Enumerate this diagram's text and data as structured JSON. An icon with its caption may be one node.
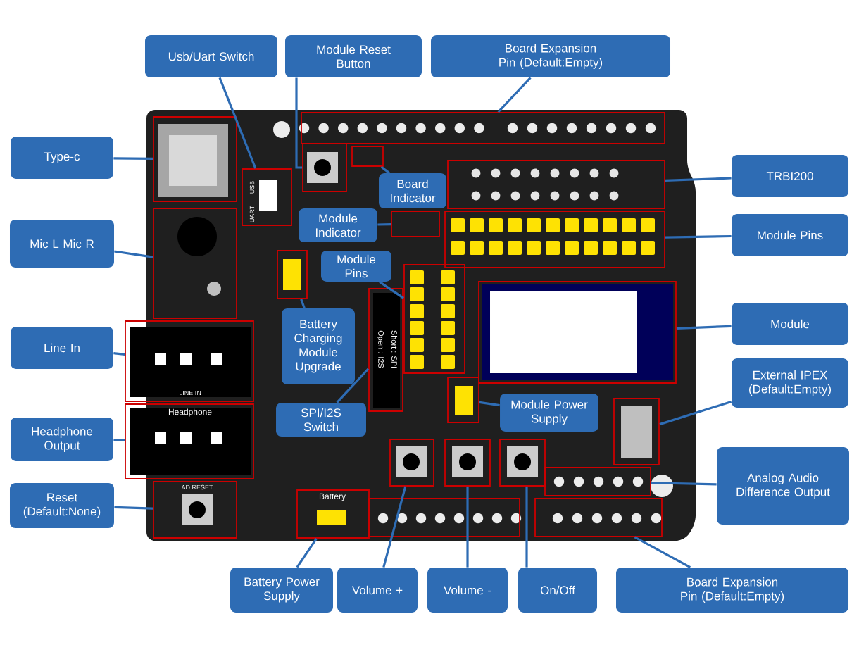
{
  "diagram": {
    "nodes": [
      {
        "text": [
          "Usb/Uart Switch"
        ]
      },
      {
        "text": [
          "Module Reset Button"
        ]
      },
      {
        "text": [
          "Board Expansion Pin (Default:Empty)"
        ]
      },
      {
        "text": [
          "Type-c"
        ]
      },
      {
        "text": [
          "TRBI200"
        ]
      },
      {
        "text": [
          "Board Indicator"
        ]
      },
      {
        "text": [
          "Module Indicator"
        ]
      },
      {
        "text": [
          "Module Pins"
        ]
      },
      {
        "text": [
          "Module Pins"
        ]
      },
      {
        "text": [
          "Mic L Mic R"
        ]
      },
      {
        "text": [
          "Battery Charging Module Upgrade"
        ]
      },
      {
        "text": [
          "Module"
        ]
      },
      {
        "text": [
          "Line In"
        ]
      },
      {
        "text": [
          "External IPEX (Default:Empty)"
        ]
      },
      {
        "text": [
          "SPI/I2S Switch"
        ]
      },
      {
        "text": [
          "Module Power Supply"
        ]
      },
      {
        "text": [
          "Headphone Output"
        ]
      },
      {
        "text": [
          "Reset (Default:None)"
        ]
      },
      {
        "text": [
          "Analog Audio Difference Output"
        ]
      },
      {
        "text": [
          "Battery Power Supply"
        ]
      },
      {
        "text": [
          "Volume +"
        ]
      },
      {
        "text": [
          "Volume -"
        ]
      },
      {
        "text": [
          "On/Off"
        ]
      },
      {
        "text": [
          "Board Expansion Pin (Default:Empty)"
        ]
      },
      {
        "text": [],
        "shape": "box"
      },
      {
        "text": [],
        "shape": "box"
      },
      {
        "text": [],
        "shape": "box"
      },
      {
        "text": [],
        "shape": "box"
      },
      {
        "text": [],
        "shape": "box"
      },
      {
        "text": [],
        "shape": "box"
      },
      {
        "text": [],
        "shape": "box"
      },
      {
        "text": [],
        "shape": "box"
      },
      {
        "text": [],
        "shape": "box"
      },
      {
        "text": [],
        "shape": "box"
      },
      {
        "text": [],
        "shape": "box"
      },
      {
        "text": [],
        "shape": "box"
      },
      {
        "text": [],
        "shape": "box"
      },
      {
        "text": [],
        "shape": "box"
      },
      {
        "text": [],
        "shape": "box"
      },
      {
        "text": [],
        "shape": "box"
      },
      {
        "text": [],
        "shape": "box"
      },
      {
        "text": [],
        "shape": "box"
      },
      {
        "text": [],
        "shape": "box"
      },
      {
        "text": [],
        "shape": "box"
      },
      {
        "text": [],
        "shape": "box"
      },
      {
        "text": [],
        "shape": "box"
      },
      {
        "text": [],
        "shape": "box"
      },
      {
        "text": [],
        "shape": "box"
      }
    ],
    "edges": [
      {
        "from": 0,
        "to": 24,
        "arrow": "none"
      },
      {
        "from": 1,
        "to": 25,
        "arrow": "none"
      },
      {
        "from": 2,
        "to": 26,
        "arrow": "none"
      },
      {
        "from": 3,
        "to": 27,
        "arrow": "none"
      },
      {
        "from": 4,
        "to": 28,
        "arrow": "none"
      },
      {
        "from": 5,
        "to": 29,
        "arrow": "none"
      },
      {
        "from": 6,
        "to": 30,
        "arrow": "none"
      },
      {
        "from": 7,
        "to": 31,
        "arrow": "none"
      },
      {
        "from": 8,
        "to": 32,
        "arrow": "none"
      },
      {
        "from": 9,
        "to": 33,
        "arrow": "none"
      },
      {
        "from": 10,
        "to": 34,
        "arrow": "none"
      },
      {
        "from": 11,
        "to": 35,
        "arrow": "none"
      },
      {
        "from": 12,
        "to": 36,
        "arrow": "none"
      },
      {
        "from": 13,
        "to": 37,
        "arrow": "none"
      },
      {
        "from": 14,
        "to": 38,
        "arrow": "none"
      },
      {
        "from": 15,
        "to": 39,
        "arrow": "none"
      },
      {
        "from": 16,
        "to": 40,
        "arrow": "none"
      },
      {
        "from": 17,
        "to": 41,
        "arrow": "none"
      },
      {
        "from": 18,
        "to": 46,
        "arrow": "none"
      },
      {
        "from": 19,
        "to": 42,
        "arrow": "none"
      },
      {
        "from": 20,
        "to": 43,
        "arrow": "none"
      },
      {
        "from": 21,
        "to": 44,
        "arrow": "none"
      },
      {
        "from": 22,
        "to": 45,
        "arrow": "none"
      },
      {
        "from": 23,
        "to": 47,
        "arrow": "none"
      }
    ],
    "labels": [
      "USB",
      "UART",
      "LINE IN",
      "Headphone",
      "AD RESET",
      "Battery",
      "Open : I2S",
      "Short : SPI"
    ]
  }
}
